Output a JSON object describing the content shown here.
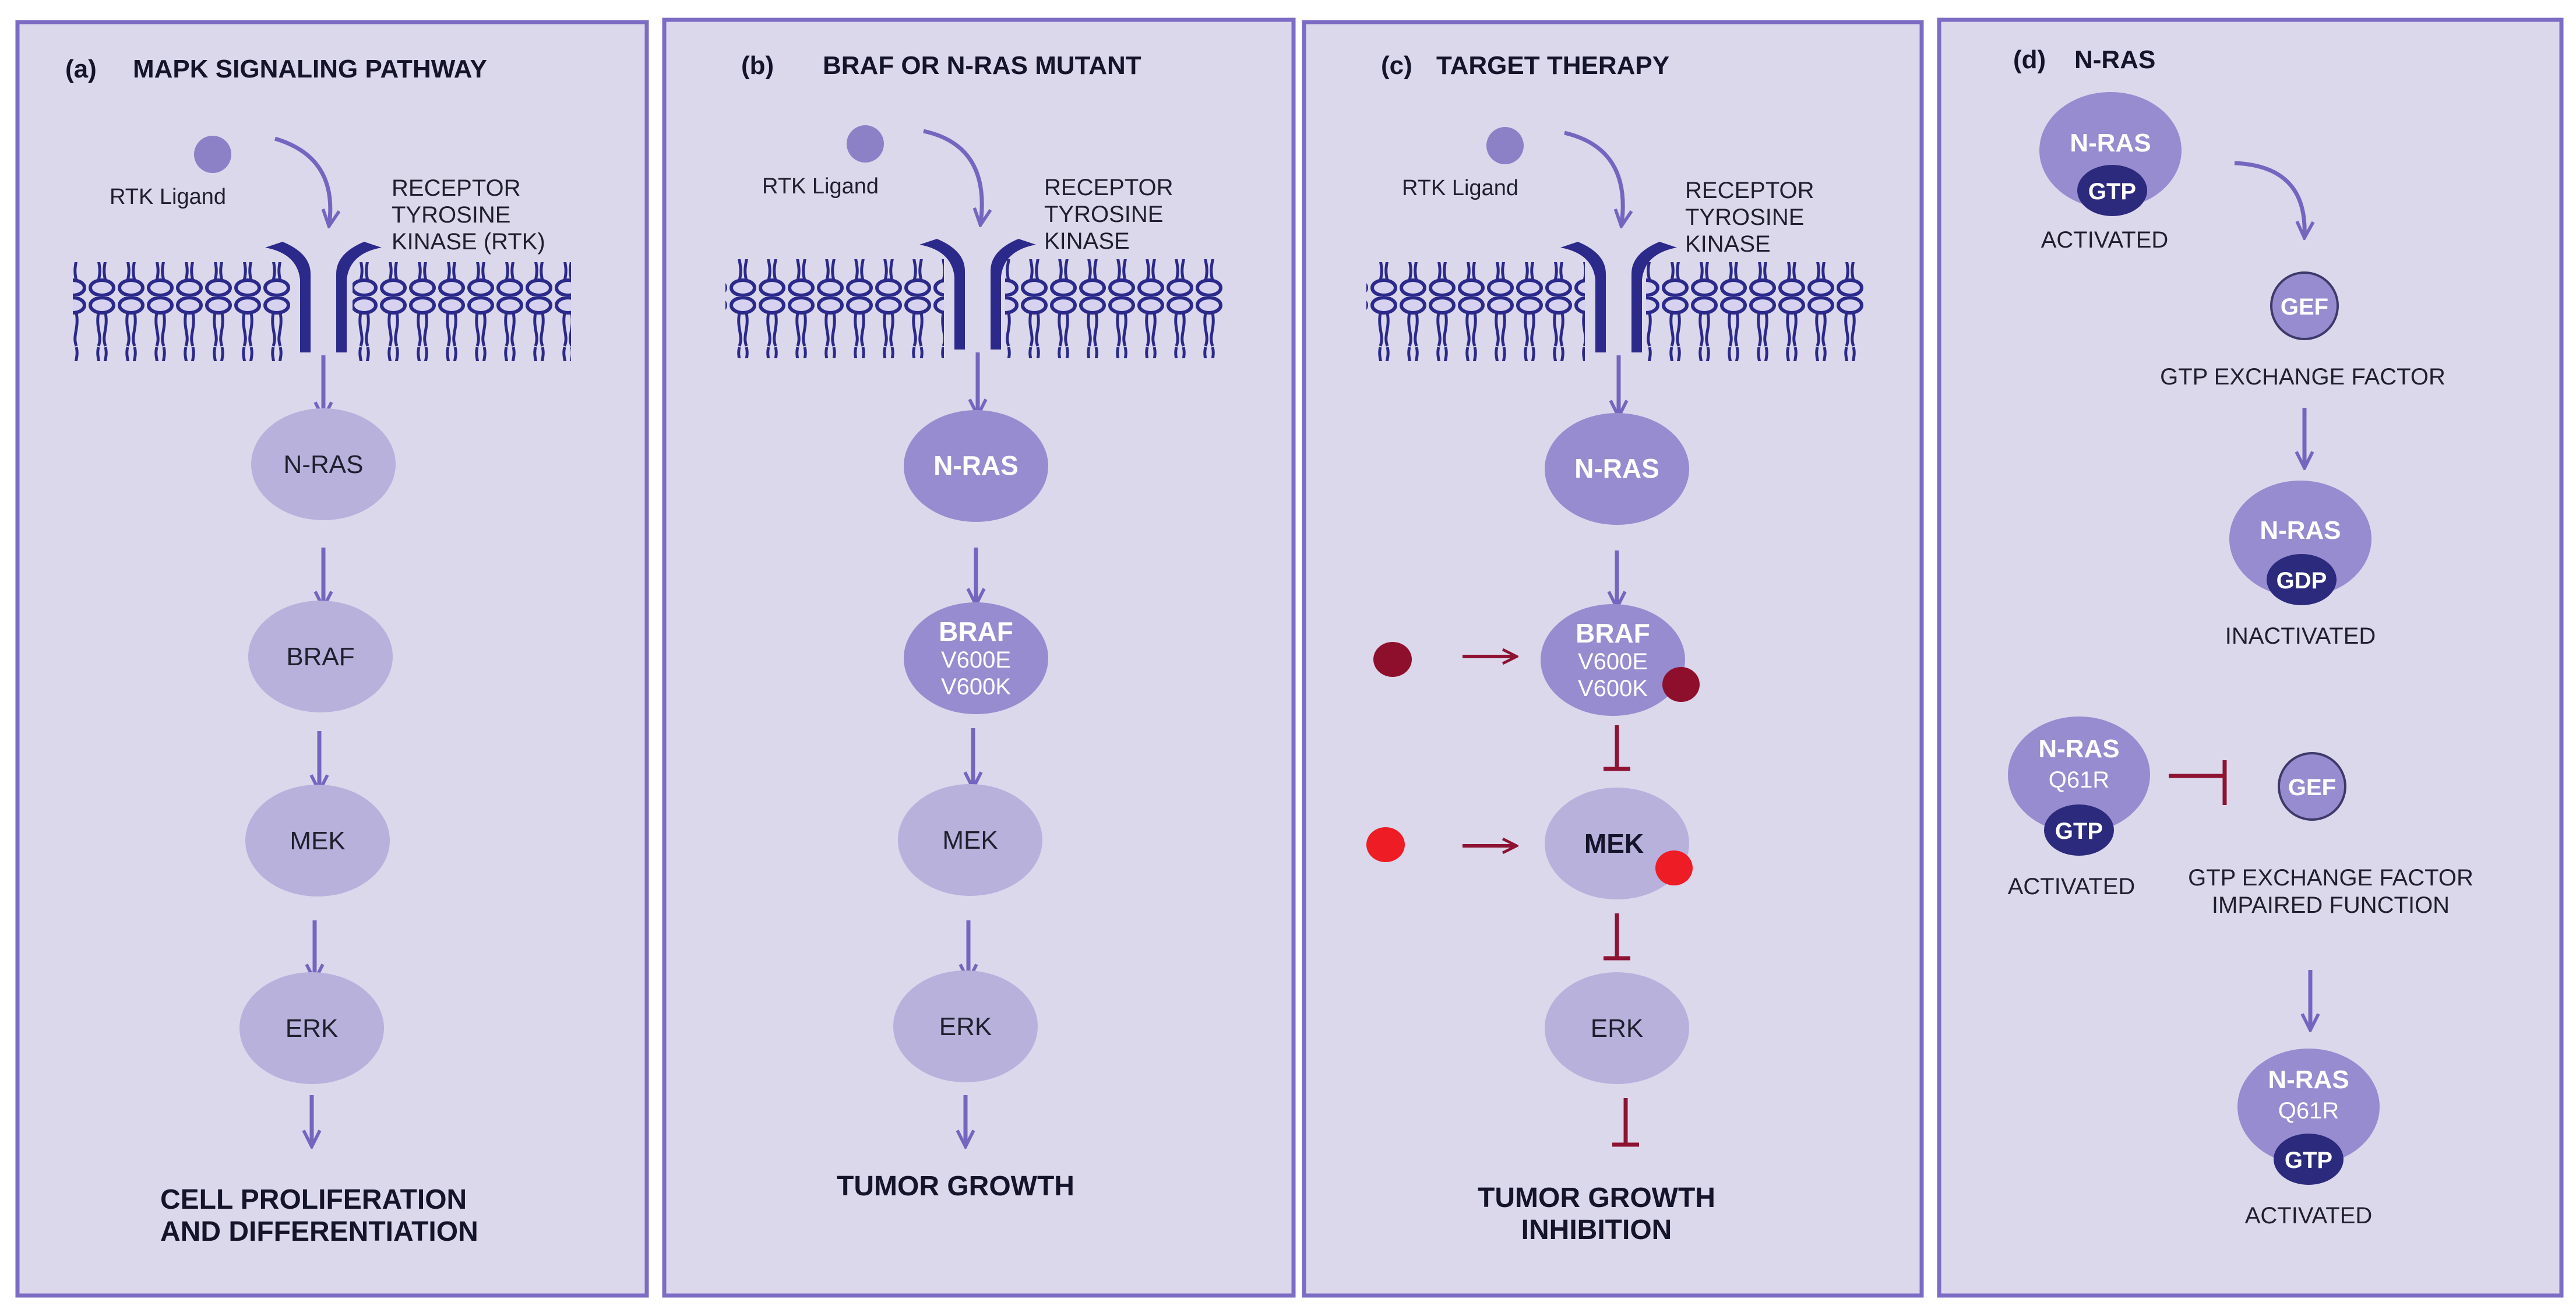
{
  "colors": {
    "panel_bg": "#dcd8ec",
    "panel_border": "#7c6cc4",
    "node_light": "#b7b1dc",
    "node_mid": "#978ccf",
    "node_dark": "#2b2a7c",
    "arrow": "#7466bf",
    "membrane": "#2b2a8a",
    "inhibit": "#8e1232",
    "drug_dark": "#8e0f2c",
    "drug_bright": "#ee1c24"
  },
  "panels": {
    "a": {
      "label": "(a)",
      "title": "MAPK SIGNALING PATHWAY",
      "ligand_label": "RTK Ligand",
      "receptor_label": [
        "RECEPTOR",
        "TYROSINE",
        "KINASE (RTK)"
      ],
      "nodes": [
        "N-RAS",
        "BRAF",
        "MEK",
        "ERK"
      ],
      "outcome": [
        "CELL PROLIFERATION",
        "AND DIFFERENTIATION"
      ]
    },
    "b": {
      "label": "(b)",
      "title": "BRAF OR N-RAS MUTANT",
      "ligand_label": "RTK Ligand",
      "receptor_label": [
        "RECEPTOR",
        "TYROSINE",
        "KINASE"
      ],
      "nras": "N-RAS",
      "braf": [
        "BRAF",
        "V600E",
        "V600K"
      ],
      "mek": "MEK",
      "erk": "ERK",
      "outcome": [
        "TUMOR GROWTH"
      ]
    },
    "c": {
      "label": "(c)",
      "title": "TARGET THERAPY",
      "ligand_label": "RTK Ligand",
      "receptor_label": [
        "RECEPTOR",
        "TYROSINE",
        "KINASE"
      ],
      "nras": "N-RAS",
      "braf": [
        "BRAF",
        "V600E",
        "V600K"
      ],
      "mek": "MEK",
      "erk": "ERK",
      "outcome": [
        "TUMOR GROWTH",
        "INHIBITION"
      ]
    },
    "d": {
      "label": "(d)",
      "title": "N-RAS",
      "nras1": {
        "name": "N-RAS",
        "badge": "GTP",
        "status": "ACTIVATED"
      },
      "gef1": {
        "name": "GEF",
        "caption": "GTP EXCHANGE FACTOR"
      },
      "nras2": {
        "name": "N-RAS",
        "badge": "GDP",
        "status": "INACTIVATED"
      },
      "nras3": {
        "name": "N-RAS",
        "mutation": "Q61R",
        "badge": "GTP",
        "status": "ACTIVATED"
      },
      "gef2": {
        "name": "GEF",
        "caption": [
          "GTP EXCHANGE FACTOR",
          "IMPAIRED FUNCTION"
        ]
      },
      "nras4": {
        "name": "N-RAS",
        "mutation": "Q61R",
        "badge": "GTP",
        "status": "ACTIVATED"
      }
    }
  }
}
